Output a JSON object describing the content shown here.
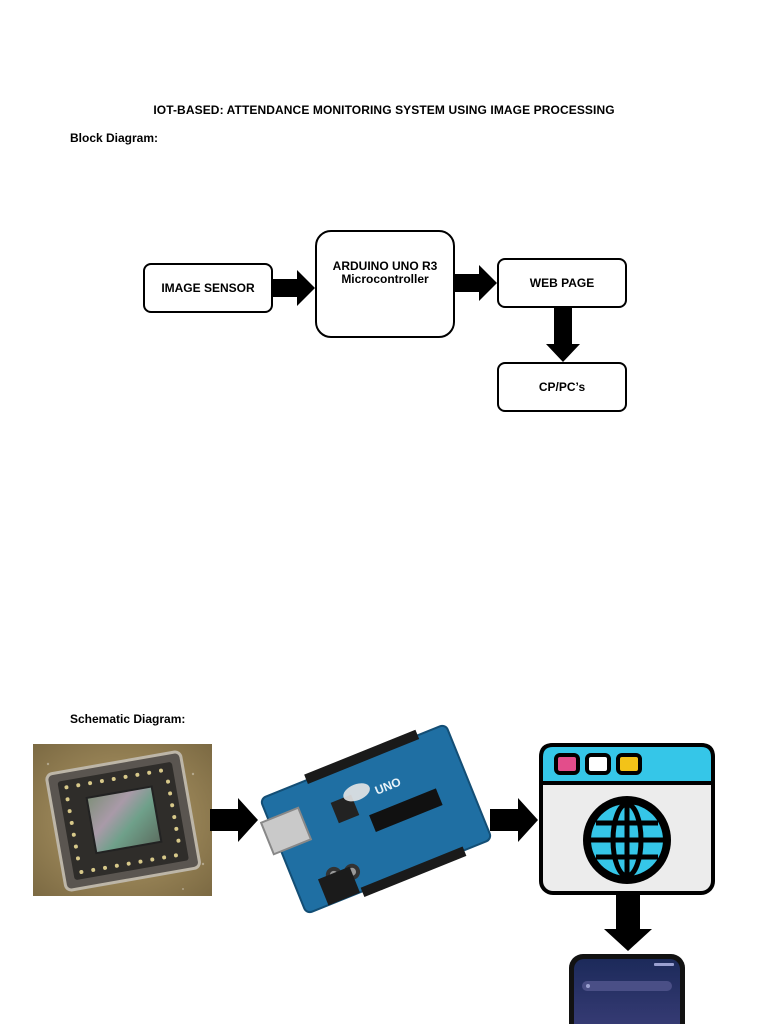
{
  "document": {
    "title": "IOT-BASED: ATTENDANCE MONITORING SYSTEM USING IMAGE PROCESSING",
    "block_heading": "Block Diagram:",
    "schematic_heading": "Schematic Diagram:"
  },
  "block_diagram": {
    "nodes": {
      "image_sensor": "IMAGE SENSOR",
      "arduino_line1": "ARDUINO UNO R3",
      "arduino_line2": "Microcontroller",
      "web_page": "WEB PAGE",
      "cp_pc": "CP/PC’s"
    },
    "edges": [
      [
        "IMAGE SENSOR",
        "ARDUINO UNO R3 Microcontroller"
      ],
      [
        "ARDUINO UNO R3 Microcontroller",
        "WEB PAGE"
      ],
      [
        "WEB PAGE",
        "CP/PC’s"
      ]
    ]
  },
  "schematic": {
    "items": [
      "image-sensor-photo",
      "arduino-board-photo",
      "web-page-icon",
      "smartphone-photo"
    ],
    "board_text": "UNO",
    "colors": {
      "board": "#1f6fa3",
      "browser_bar": "#35c6e8",
      "globe": "#35c6e8",
      "dot_pink": "#e34d8b",
      "dot_white": "#ffffff",
      "dot_yellow": "#f3c318"
    }
  }
}
